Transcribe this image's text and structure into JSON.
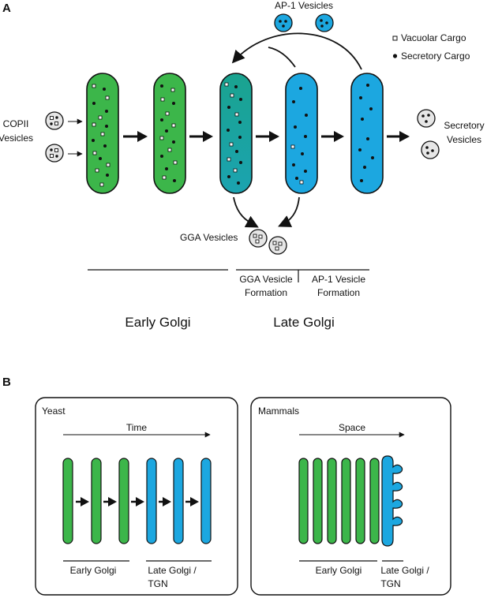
{
  "panel_a": {
    "letter": "A",
    "ap1_vesicles": "AP-1 Vesicles",
    "legend": {
      "vacuolar": "Vacuolar Cargo",
      "secretory": "Secretory Cargo"
    },
    "copii_line1": "COPII",
    "copii_line2": "Vesicles",
    "secretory_line1": "Secretory",
    "secretory_line2": "Vesicles",
    "gga_vesicles": "GGA Vesicles",
    "gga_formation_line1": "GGA Vesicle",
    "gga_formation_line2": "Formation",
    "ap1_formation_line1": "AP-1 Vesicle",
    "ap1_formation_line2": "Formation",
    "early_golgi": "Early Golgi",
    "late_golgi": "Late Golgi"
  },
  "panel_b": {
    "letter": "B",
    "yeast": {
      "title": "Yeast",
      "axis": "Time",
      "early": "Early Golgi",
      "late_line1": "Late Golgi /",
      "late_line2": "TGN"
    },
    "mammals": {
      "title": "Mammals",
      "axis": "Space",
      "early": "Early Golgi",
      "late_line1": "Late Golgi /",
      "late_line2": "TGN"
    }
  },
  "colors": {
    "green": "#3cb64a",
    "teal": "#16a096",
    "blue": "#1ca7e0",
    "vesicle_fill": "#e6e6e6",
    "outline": "#111111"
  }
}
